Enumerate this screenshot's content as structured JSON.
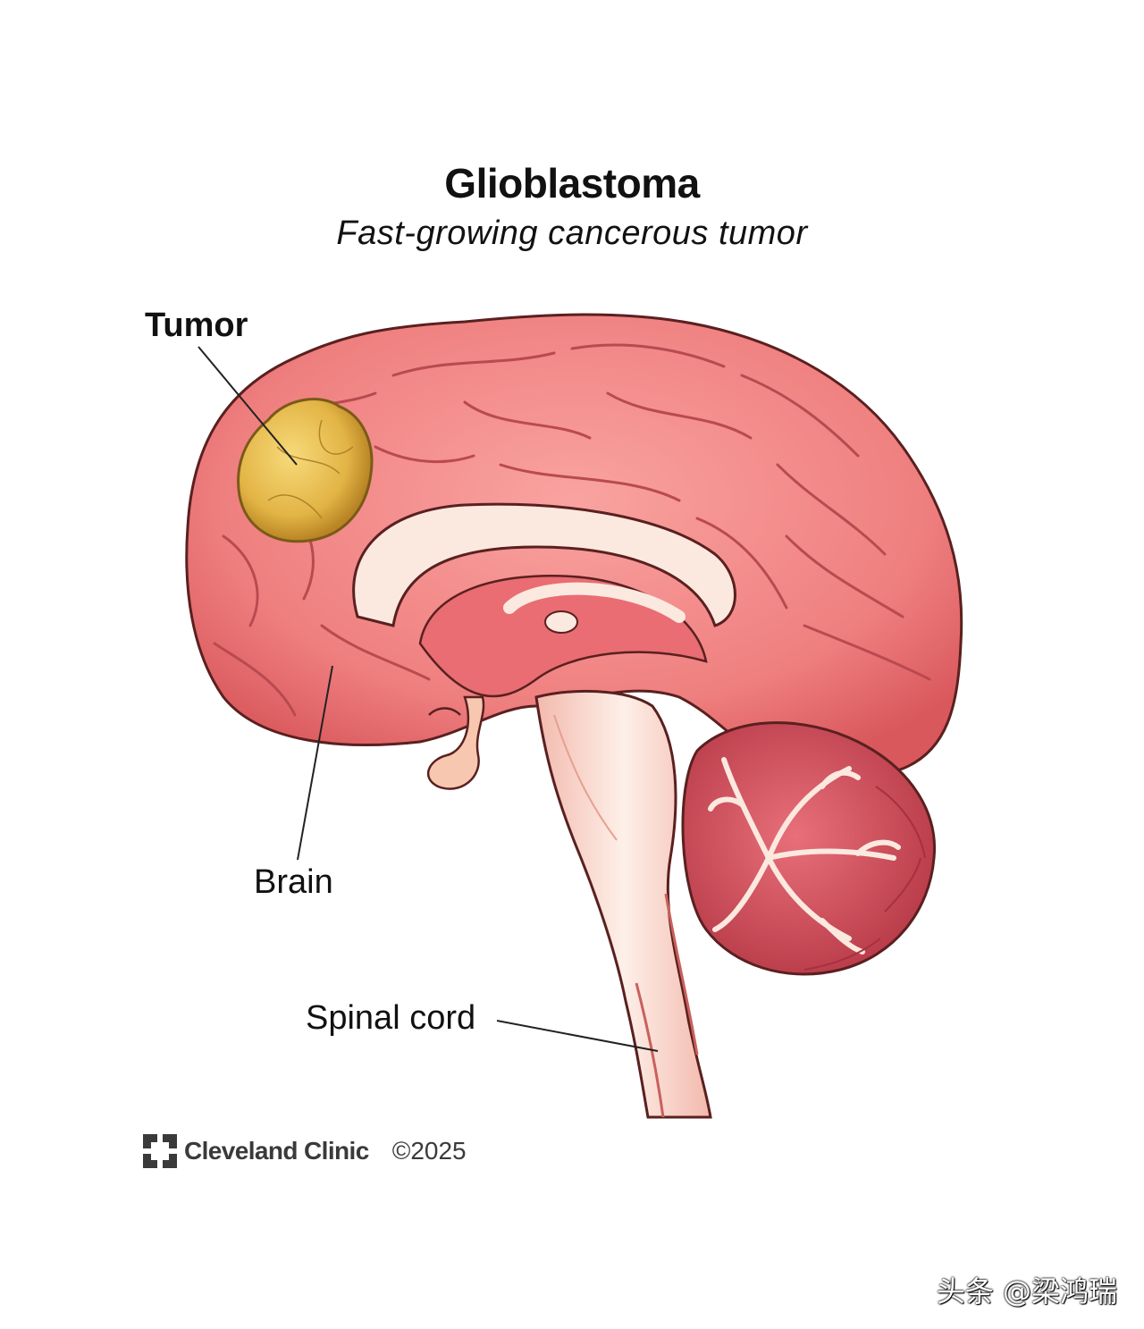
{
  "header": {
    "title": "Glioblastoma",
    "subtitle": "Fast-growing cancerous tumor"
  },
  "labels": {
    "tumor": "Tumor",
    "brain": "Brain",
    "spinal_cord": "Spinal cord"
  },
  "footer": {
    "brand": "Cleveland Clinic",
    "copyright": "©2025"
  },
  "watermark": {
    "text": "头条 @梁鸿瑞"
  },
  "colors": {
    "brain_tissue": "#ef7f7f",
    "brain_outline": "#5a2020",
    "tumor": "#e2b445",
    "white_matter": "#fbe9df",
    "cerebellum": "#d9505e",
    "text": "#111111",
    "brand_gray": "#3a3a3a"
  }
}
